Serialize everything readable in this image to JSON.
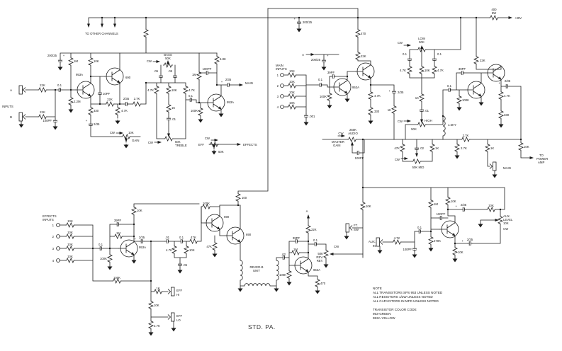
{
  "title": "STD. PA.",
  "power": {
    "r400_line1": "400",
    "r400_line2": "5W",
    "rail_voltage": "+39V"
  },
  "headings": {
    "to_other_channels": "TO OTHER CHANNELS",
    "inputs": "INPUTS",
    "main": "MAIN",
    "effects": "EFFECTS",
    "to_power_amp_1": "TO",
    "to_power_amp_2": "POWER",
    "to_power_amp_3": "AMP"
  },
  "values": {
    "r100": "100",
    "r330": "330",
    "r470": "470",
    "r1k": "1K",
    "r2_7k": "2.7K",
    "r4_7k": "4.7K",
    "r6_8k": "6.8K",
    "r10k": "10K",
    "r22k": "22K",
    "r47k": "47K",
    "r100k": "100K",
    "r250k": "250K",
    "r470k": "470K",
    "r1m": "1M",
    "r2_2m": "2.2M",
    "c2_35": "2/35",
    "c200_25": "200/25",
    "c0_1": "0.1",
    "c_01": ".01",
    "c_02": ".02",
    "c_05": ".05",
    "c_001": ".001",
    "c10pf": "10PF",
    "c39pf": "39PF",
    "c100pf": "100PF",
    "l1_5hy": "1.5HY",
    "pot50k": "50K",
    "pot50k_mid": "50K MID"
  },
  "words": {
    "cw": "CW",
    "plus": "+",
    "bass": "BASS",
    "treble": "TREBLE",
    "low": "LOW",
    "high": "HIGH",
    "gain": "GAIN",
    "master": "MASTER",
    "audio": "AUDIO",
    "eff": "EFF",
    "hi": "HI",
    "lo": "LO",
    "rev": "REV.",
    "ret": "RET.",
    "ft": "FT.",
    "sw": "SW",
    "aux": "AUX.",
    "in": "IN",
    "level": "LEVEL",
    "a": "A",
    "b": "B",
    "n1": "1",
    "n2": "2",
    "n3": "3",
    "n4": "4",
    "reverb_unit_1": "REVER-B",
    "reverb_unit_2": "UNIT"
  },
  "transistors": {
    "t953a": "953A",
    "t690": "690"
  },
  "note": {
    "l1": "NOTE",
    "l2": "ALL TRANSISTORS SPS 953 UNLESS NOTED",
    "l3": "ALL RESISTORS 1/2W UNLESS NOTED",
    "l4": "ALL CAPACITORS IN MFD UNLESS NOTED",
    "l5": "TRANSISTOR COLOR CODE",
    "l6": "953-GREEN",
    "l7": "953A-YELLOW"
  }
}
